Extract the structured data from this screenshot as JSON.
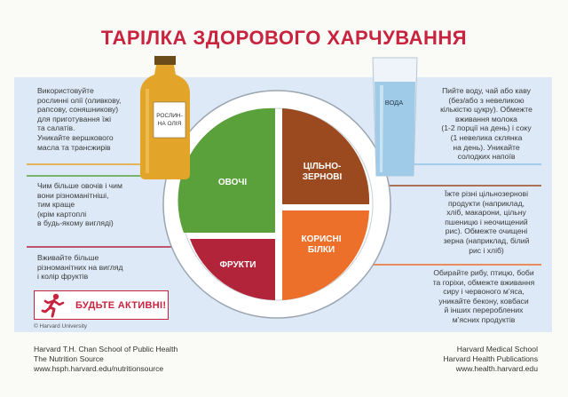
{
  "title": "ТАРІЛКА ЗДОРОВОГО ХАРЧУВАННЯ",
  "plate": {
    "vegetables": "ОВОЧІ",
    "grains_line1": "ЦІЛЬНО-",
    "grains_line2": "ЗЕРНОВІ",
    "protein_line1": "КОРИСНІ",
    "protein_line2": "БІЛКИ",
    "fruits": "ФРУКТИ"
  },
  "bottle": {
    "label_line1": "РОСЛИН-",
    "label_line2": "НА ОЛІЯ"
  },
  "glass": {
    "label": "ВОДА"
  },
  "left_texts": {
    "oil": [
      "Використовуйте",
      "рослинні олії (оливкову,",
      "рапсову, соняшникову)",
      "для приготування їжі",
      "та салатів.",
      "Уникайте вершкового",
      "масла та трансжирів"
    ],
    "vegetables": [
      "Чим більше овочів і чим",
      "вони різноманітніші,",
      "тим краще",
      "(крім картоплі",
      "в будь-якому вигляді)"
    ],
    "fruits": [
      "Вживайте більше",
      "різноманітних на вигляд",
      "і колір фруктів"
    ]
  },
  "right_texts": {
    "water": [
      "Пийте воду, чай або каву",
      "(без/або з невеликою",
      "кількістю цукру). Обмежте",
      "вживання молока",
      "(1-2  порції на день) і соку",
      "(1 невелика склянка",
      "на день). Уникайте",
      "солодких напоїв"
    ],
    "grains": [
      "Їжте різні цільнозернові",
      "продукти (наприклад,",
      "хліб, макарони, цільну",
      "пшеницю і неочищений",
      "рис). Обмежте очищені",
      "зерна (наприклад, білий",
      "рис і хліб)"
    ],
    "protein": [
      "Обирайте рибу, птицю, боби",
      "та горіхи, обмежте вживання",
      "сиру і червоного м’яса,",
      "уникайте бекону, ковбаси",
      "й інших перероблених",
      "м’ясних продуктів"
    ]
  },
  "active_label": "БУДЬТЕ АКТИВНІ!",
  "copyright": "© Harvard University",
  "footer_left": [
    "Harvard T.H. Chan School of Public Health",
    "The Nutrition Source",
    "www.hsph.harvard.edu/nutritionsource"
  ],
  "footer_right": [
    "Harvard Medical School",
    "Harvard Health Publications",
    "www.health.harvard.edu"
  ],
  "colors": {
    "title": "#c8233f",
    "vegetables": "#5aa13c",
    "grains": "#9a4a1e",
    "protein": "#ec6f2a",
    "fruits": "#b2243a",
    "oil": "#e3a42a",
    "water": "#8fc3e6",
    "band": "#dde9f6"
  },
  "icons": {
    "runner": "running-person-icon"
  }
}
